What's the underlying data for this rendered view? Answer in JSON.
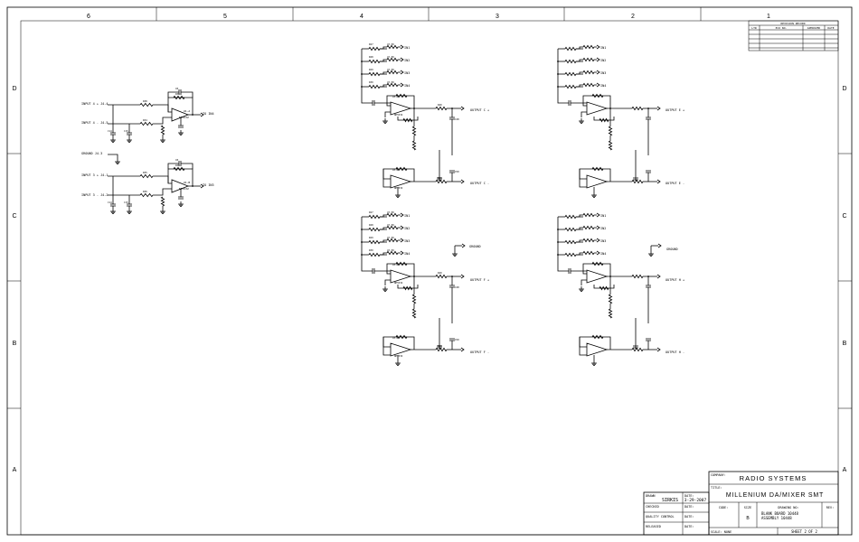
{
  "column_markers": [
    "6",
    "5",
    "4",
    "3",
    "2",
    "1"
  ],
  "row_markers": [
    "D",
    "C",
    "B",
    "A"
  ],
  "revision_block": {
    "title": "REVISION RECORD",
    "headers": [
      "LTR",
      "ECO NO.",
      "APPROVED",
      "DATE"
    ]
  },
  "title_block": {
    "company_label": "COMPANY:",
    "company": "RADIO SYSTEMS",
    "title_label": "TITLE:",
    "title": "MILLENIUM DA/MIXER SMT",
    "code_label": "CODE:",
    "size_label": "SIZE",
    "size": "B",
    "drawing_no_label": "DRAWING NO:",
    "drawing_no_line1": "BLANK BOARD 10448",
    "drawing_no_line2": "ASSEMBLY 10448",
    "rev_label": "REV:",
    "scale_label": "SCALE: NONE",
    "sheet": "SHEET 2 OF 2",
    "drawn_label": "DRAWN",
    "drawn_by": "SIRKIS",
    "date_label": "DATE:",
    "drawn_date": "3-29-2007",
    "checked_label": "CHECKED",
    "qc_label": "QUALITY CONTROL",
    "released_label": "RELEASED"
  },
  "input_section": {
    "inputs": [
      "INPUT 4 +  J4-4",
      "INPUT 4 -  J4-5",
      "GROUND  J4-3",
      "INPUT 3 +  J4-1",
      "INPUT 3 -  J4-2"
    ],
    "opamps": [
      "U1-A",
      "U1-B"
    ],
    "opamp_part": "NE5532",
    "outputs": [
      "TO IN4",
      "TO IN3"
    ]
  },
  "output_blocks": [
    {
      "outputs": [
        "OUTPUT C +",
        "OUTPUT C -"
      ],
      "bus": [
        "IN1",
        "IN2",
        "IN3",
        "IN4"
      ]
    },
    {
      "outputs": [
        "OUTPUT E +",
        "OUTPUT E -"
      ],
      "bus": [
        "IN1",
        "IN2",
        "IN3",
        "IN4"
      ]
    },
    {
      "outputs": [
        "OUTPUT F +",
        "OUTPUT F -"
      ],
      "bus": [
        "IN1",
        "IN2",
        "IN3",
        "IN4"
      ],
      "ground": "GROUND"
    },
    {
      "outputs": [
        "OUTPUT H +",
        "OUTPUT H -"
      ],
      "bus": [
        "IN1",
        "IN2",
        "IN3",
        "IN4"
      ],
      "ground": "GROUND"
    }
  ]
}
